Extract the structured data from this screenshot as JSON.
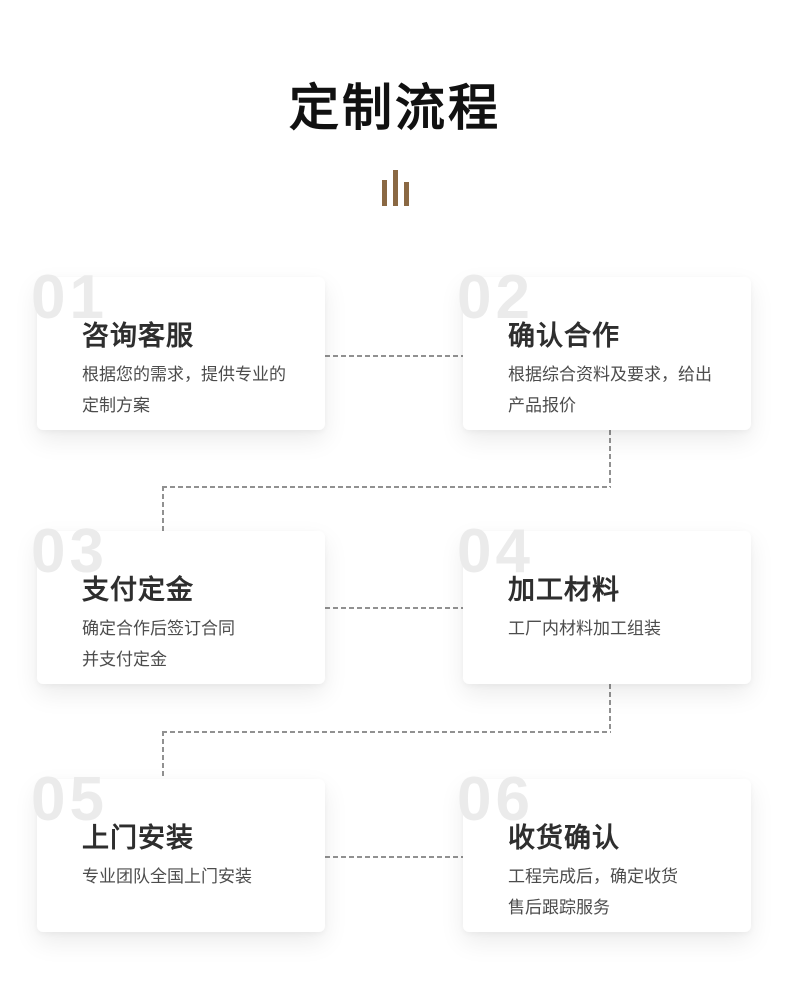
{
  "header": {
    "title": "定制流程",
    "decoration_icon": "triple-bars-icon"
  },
  "colors": {
    "background": "#ffffff",
    "card_bg": "#ffffff",
    "title": "#111111",
    "heading": "#2e2e2e",
    "body": "#4c4c4c",
    "ghost": "#ebebeb",
    "dash": "#919191",
    "accent": "#8a6843"
  },
  "steps": [
    {
      "number": "01",
      "title": "咨询客服",
      "desc": "根据您的需求，提供专业的\n定制方案"
    },
    {
      "number": "02",
      "title": "确认合作",
      "desc": "根据综合资料及要求，给出\n产品报价"
    },
    {
      "number": "03",
      "title": "支付定金",
      "desc": "确定合作后签订合同\n并支付定金"
    },
    {
      "number": "04",
      "title": "加工材料",
      "desc": "工厂内材料加工组装"
    },
    {
      "number": "05",
      "title": "上门安装",
      "desc": "专业团队全国上门安装"
    },
    {
      "number": "06",
      "title": "收货确认",
      "desc": "工程完成后，确定收货\n售后跟踪服务"
    }
  ],
  "connectors": [
    "01-02",
    "02-03",
    "03-04",
    "04-05",
    "05-06"
  ]
}
